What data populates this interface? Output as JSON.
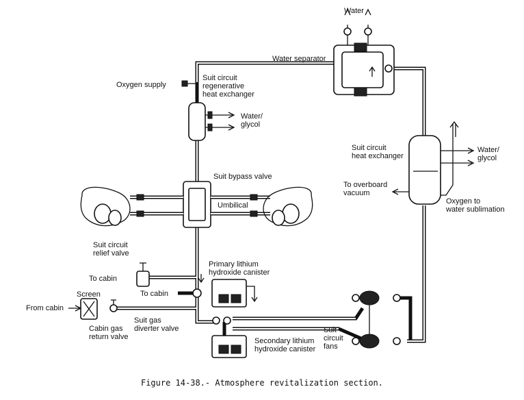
{
  "labels": {
    "water_top": "Water",
    "water_separator": "Water separator",
    "oxygen_supply": "Oxygen supply",
    "suit_regen_hx": "Suit circuit\nregenerative\nheat exchanger",
    "water_glycol_left": "Water/\nglycol",
    "suit_bypass_valve": "Suit bypass valve",
    "umbilical": "Umbilical",
    "suit_circuit_hx": "Suit circuit\nheat exchanger",
    "water_glycol_right": "Water/\nglycol",
    "to_overboard_vacuum": "To overboard\nvacuum",
    "oxygen_to_sublimation": "Oxygen to\nwater sublimation",
    "suit_relief_valve": "Suit circuit\nrelief valve",
    "to_cabin_1": "To cabin",
    "to_cabin_2": "To cabin",
    "screen": "Screen",
    "from_cabin": "From cabin",
    "cabin_gas_return_valve": "Cabin gas\nreturn valve",
    "suit_gas_diverter_valve": "Suit gas\ndiverter valve",
    "primary_lioh": "Primary lithium\nhydroxide canister",
    "secondary_lioh": "Secondary lithium\nhydroxide canister",
    "suit_circuit_fans": "Suit\ncircuit\nfans"
  },
  "caption": "Figure 14-38.- Atmosphere revitalization section."
}
